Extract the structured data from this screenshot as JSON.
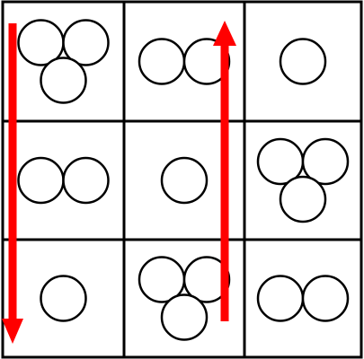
{
  "puzzle": {
    "grid": [
      [
        3,
        2,
        1
      ],
      [
        2,
        1,
        3
      ],
      [
        1,
        3,
        2
      ]
    ],
    "arrows": [
      {
        "column": 1,
        "direction": "down"
      },
      {
        "column": 2,
        "direction": "up"
      }
    ],
    "colors": {
      "line": "#000000",
      "circle_fill": "#ffffff",
      "arrow": "#ff0000",
      "background": "#ffffff"
    }
  }
}
